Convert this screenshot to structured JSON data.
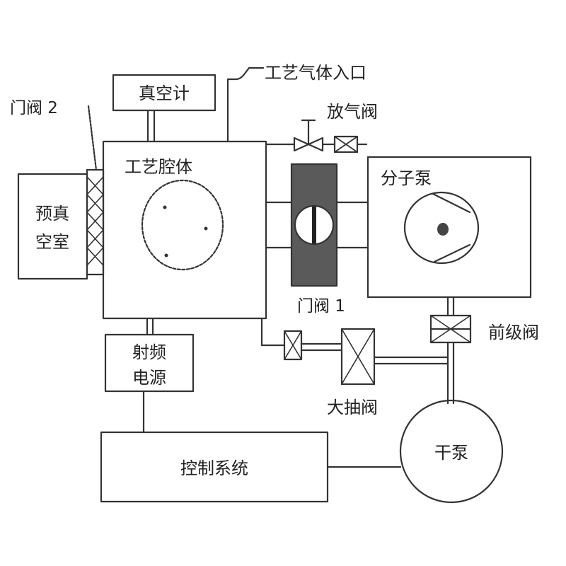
{
  "diagram": {
    "components": {
      "vacuum_gauge": "真空计",
      "process_chamber": "工艺腔体",
      "load_lock_line1": "预真",
      "load_lock_line2": "空室",
      "molecular_pump": "分子泵",
      "rf_power_line1": "射频",
      "rf_power_line2": "电源",
      "control_system": "控制系统",
      "dry_pump": "干泵"
    },
    "labels": {
      "process_gas_inlet": "工艺气体入口",
      "vent_valve": "放气阀",
      "gate_valve_2": "门阀 2",
      "gate_valve_1": "门阀 1",
      "foreline_valve": "前级阀",
      "roughing_valve": "大抽阀"
    },
    "colors": {
      "line": "#333333",
      "gate_valve_fill": "#5a5a5a",
      "background": "#ffffff"
    }
  }
}
